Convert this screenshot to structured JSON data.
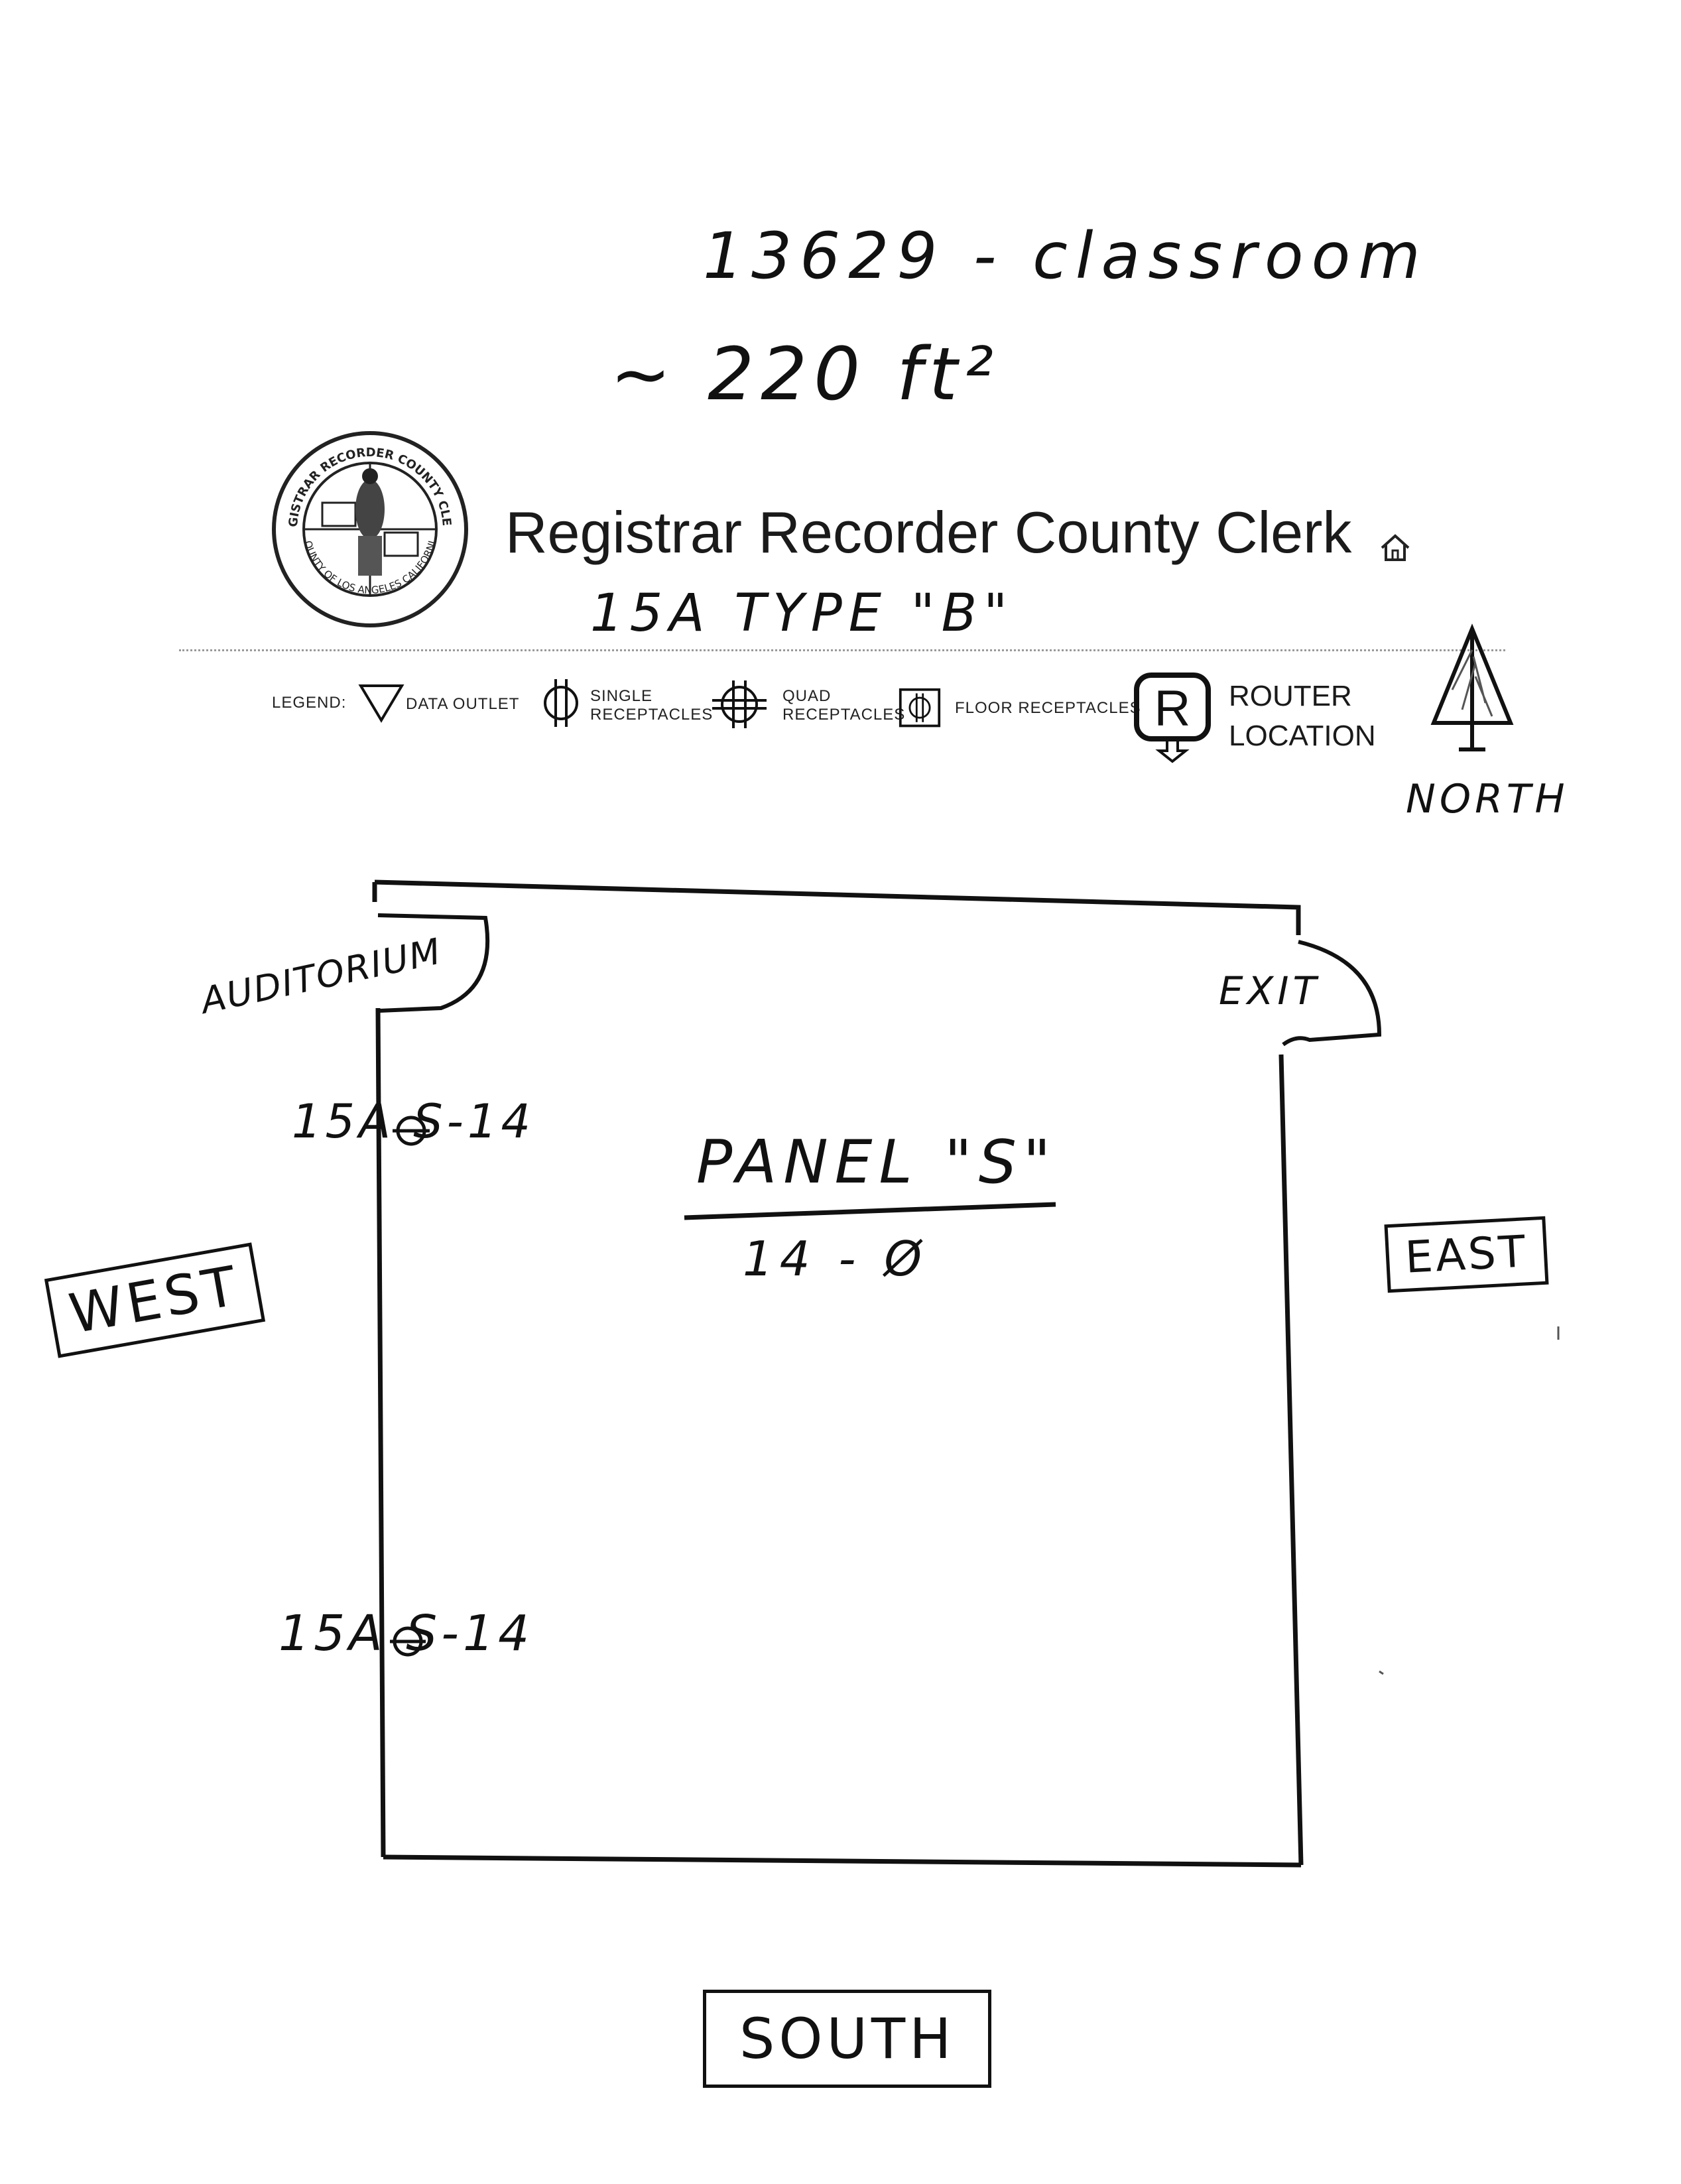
{
  "handwritten": {
    "room": "13629 - classroom",
    "area": "~ 220 ft²",
    "circuit_type": "15A TYPE \"B\"",
    "north": "NORTH",
    "auditorium": "AUDITORIUM",
    "exit": "EXIT",
    "outlet_top": "15A  S-14",
    "outlet_bottom": "15A  S-14",
    "panel": "PANEL \"S\"",
    "panel_circuit": "14 - Ø",
    "west": "WEST",
    "east": "EAST",
    "south": "SOUTH"
  },
  "header": {
    "title": "Registrar Recorder County Clerk",
    "home_icon": "home-icon",
    "seal": {
      "top_text": "REGISTRAR RECORDER COUNTY CLERK",
      "bottom_text": "COUNTY OF LOS ANGELES CALIFORNIA"
    }
  },
  "legend": {
    "label": "LEGEND:",
    "items": [
      {
        "icon": "data-outlet-icon",
        "label": "DATA OUTLET"
      },
      {
        "icon": "single-receptacle-icon",
        "label": "SINGLE\nRECEPTACLES"
      },
      {
        "icon": "quad-receptacle-icon",
        "label": "QUAD\nRECEPTACLES"
      },
      {
        "icon": "floor-receptacle-icon",
        "label": "FLOOR RECEPTACLES"
      },
      {
        "icon": "router-icon",
        "label": "ROUTER\nLOCATION"
      }
    ],
    "router_symbol": "R"
  }
}
